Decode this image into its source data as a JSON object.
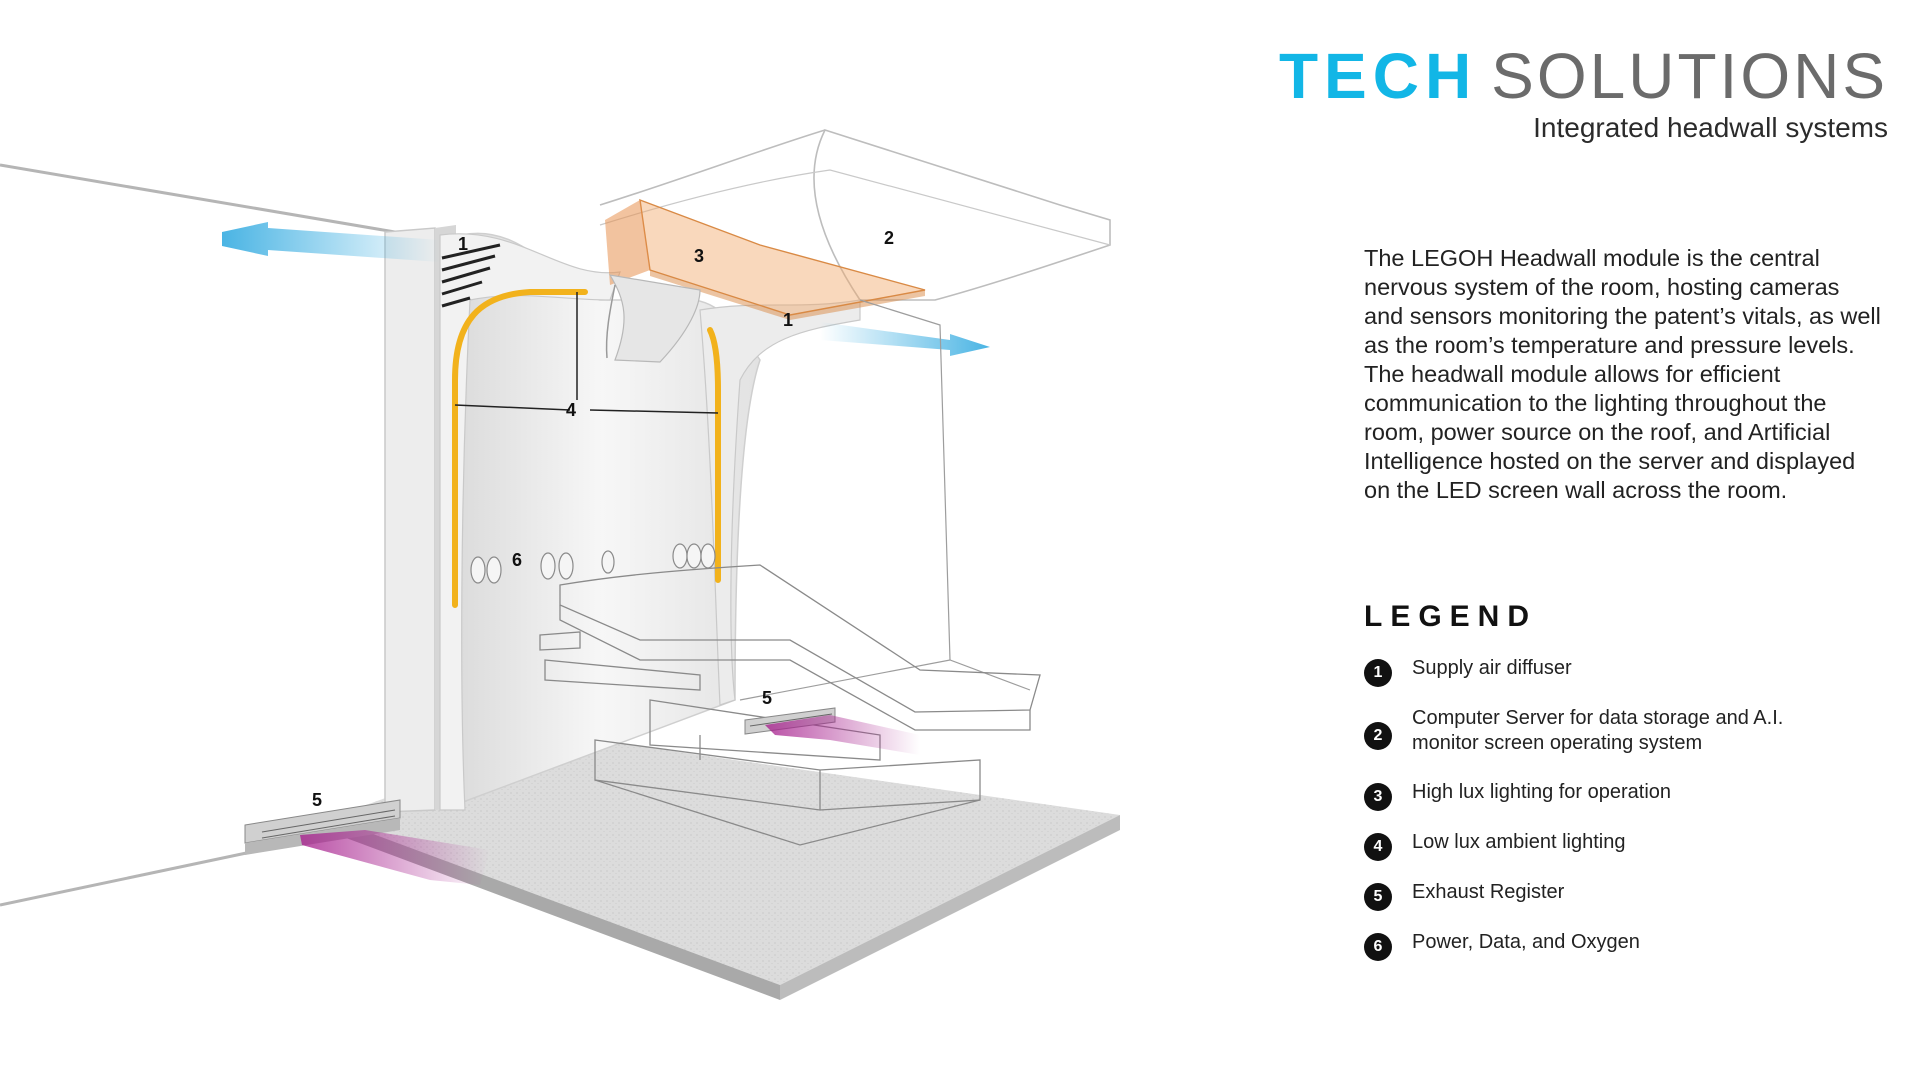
{
  "header": {
    "title_part1": "TECH",
    "title_part2": "SOLUTIONS",
    "subtitle": "Integrated headwall systems"
  },
  "description": "The LEGOH Headwall module is the central nervous system of the room, hosting cameras  and sensors  monitoring the patent’s vitals, as well as the room’s temperature and pressure levels. The headwall module allows for efficient communication to the lighting throughout the room, power source on the roof, and Artificial Intelligence hosted on the server and displayed on the LED screen wall across the room.",
  "legend": {
    "title": "LEGEND",
    "items": [
      {
        "num": "1",
        "text": "Supply air diffuser"
      },
      {
        "num": "2",
        "text": "Computer Server for data storage and A.I. monitor screen operating system"
      },
      {
        "num": "3",
        "text": "High lux lighting for operation"
      },
      {
        "num": "4",
        "text": "Low lux ambient lighting"
      },
      {
        "num": "5",
        "text": "Exhaust Register"
      },
      {
        "num": "6",
        "text": "Power, Data, and Oxygen"
      }
    ]
  },
  "diagram": {
    "callouts": {
      "supply_left": "1",
      "supply_right": "1",
      "server": "2",
      "high_lux": "3",
      "low_lux": "4",
      "exhaust_left": "5",
      "exhaust_right": "5",
      "power": "6"
    }
  },
  "colors": {
    "accent_cyan": "#12b6e6",
    "title_gray": "#6b6b6b",
    "air_supply_blue": "#2aa7df",
    "exhaust_magenta": "#a8238f",
    "ambient_light_yellow": "#f2b21c",
    "server_orange": "#f1a86a"
  }
}
